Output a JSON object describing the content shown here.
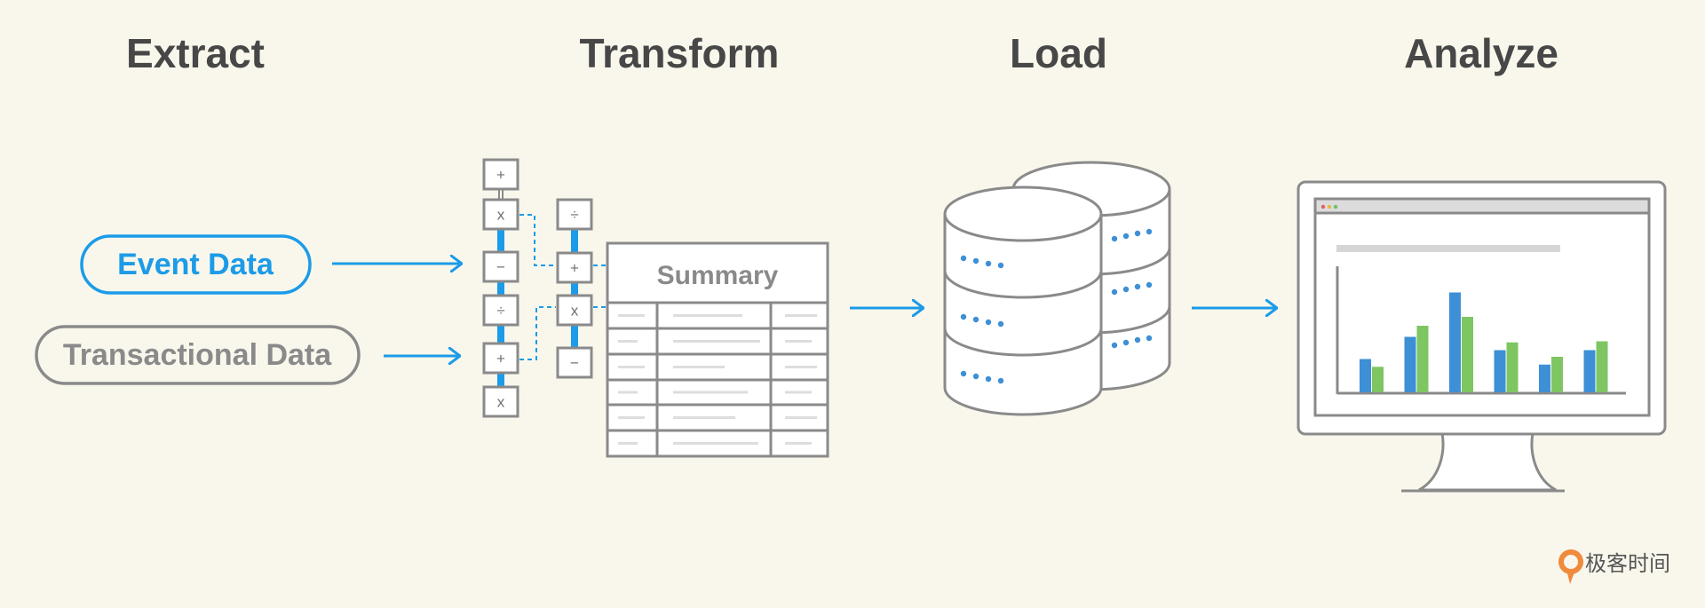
{
  "stages": {
    "extract": "Extract",
    "transform": "Transform",
    "load": "Load",
    "analyze": "Analyze"
  },
  "sources": {
    "event": "Event Data",
    "transactional": "Transactional Data"
  },
  "operators": {
    "col1": [
      "+",
      "x",
      "−",
      "÷",
      "+",
      "x"
    ],
    "col2": [
      "÷",
      "+",
      "x",
      "−"
    ]
  },
  "summary": {
    "title": "Summary"
  },
  "watermark": {
    "text": "极客时间"
  },
  "colors": {
    "accent_blue": "#1c9be8",
    "grey_stroke": "#8a8a8a",
    "bar_blue": "#3d8fd6",
    "bar_green": "#7dc661",
    "background": "#f9f7ec",
    "logo_orange": "#f08a3c"
  },
  "icons": [
    "database-icon",
    "monitor-icon",
    "bar-chart-icon",
    "arrow-right-icon",
    "geek-time-logo-icon"
  ],
  "chart_data": {
    "type": "bar",
    "categories": [
      "",
      "",
      "",
      "",
      "",
      ""
    ],
    "series": [
      {
        "values": [
          3,
          5,
          9,
          3.8,
          2.5,
          3.8
        ]
      },
      {
        "values": [
          2.3,
          6,
          6.8,
          4.5,
          3.2,
          4.6
        ]
      }
    ],
    "ylim": [
      0,
      10
    ],
    "grid": false
  }
}
